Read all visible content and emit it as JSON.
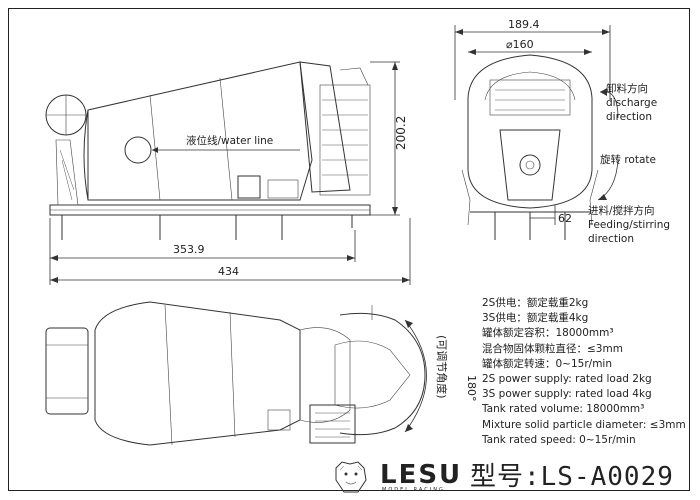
{
  "dimensions": {
    "top_width": "189.4",
    "diameter": "⌀160",
    "height": "200.2",
    "bottom_offset": "62",
    "length_inner": "353.9",
    "length_total": "434",
    "angle": "180°"
  },
  "labels": {
    "water_line": "液位线/water line",
    "discharge_cn": "卸料方向",
    "discharge_en_1": "discharge",
    "discharge_en_2": "direction",
    "rotate": "旋转 rotate",
    "feeding_cn": "进料/搅拌方向",
    "feeding_en_1": "Feeding/stirring",
    "feeding_en_2": "direction",
    "adjustable_angle": "(可调节角度)"
  },
  "specs": [
    "2S供电：额定载重2kg",
    "3S供电：额定载重4kg",
    "罐体额定容积：18000mm³",
    "混合物固体颗粒直径：≤3mm",
    "罐体额定转速：0~15r/min",
    "2S power supply: rated load 2kg",
    "3S power supply: rated load 4kg",
    "Tank rated volume: 18000mm³",
    "Mixture solid particle diameter: ≤3mm",
    "Tank rated speed: 0~15r/min"
  ],
  "brand": {
    "name": "LESU",
    "sub": "MODEL RACING"
  },
  "model": "型号:LS-A0029",
  "icons": [
    "lion-logo-icon"
  ]
}
